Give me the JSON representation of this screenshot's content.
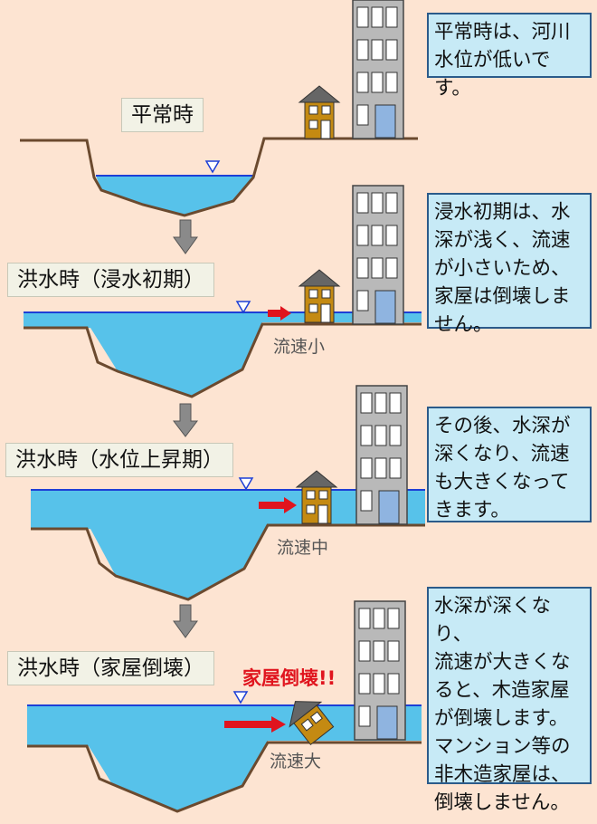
{
  "colors": {
    "background": "#fde4d2",
    "water": "#57c2ea",
    "water_line": "#1d3fd6",
    "ground": "#6b4a2f",
    "arrow_down": "#8a8a8a",
    "arrow_flow": "#e0141e",
    "building": "#b9b9b9",
    "house": "#c48a12",
    "desc_box": "#c7eaf6"
  },
  "panels": [
    {
      "stage": "平常時",
      "description": "平常時は、河川\n水位が低いです。",
      "speed_label": ""
    },
    {
      "stage": "洪水時（浸水初期）",
      "description": "浸水初期は、水\n深が浅く、流速\nが小さいため、\n家屋は倒壊しま\nせん。",
      "speed_label": "流速小"
    },
    {
      "stage": "洪水時（水位上昇期）",
      "description": "その後、水深が\n深くなり、流速\nも大きくなって\nきます。",
      "speed_label": "流速中"
    },
    {
      "stage": "洪水時（家屋倒壊）",
      "description": "水深が深くなり、\n流速が大きくな\nると、木造家屋\nが倒壊します。\nマンション等の\n非木造家屋は、\n倒壊しません。",
      "speed_label": "流速大",
      "collapse_label": "家屋倒壊!!"
    }
  ],
  "icons": [
    "down-arrow-icon",
    "flow-arrow-icon",
    "water-level-marker-icon",
    "house-icon",
    "apartment-building-icon"
  ]
}
